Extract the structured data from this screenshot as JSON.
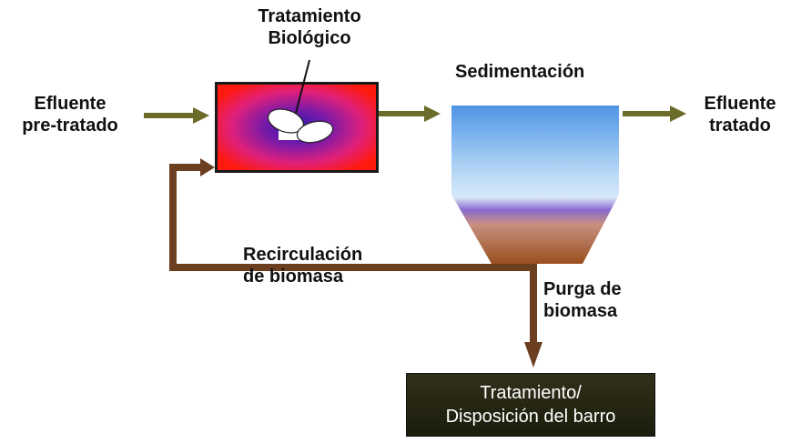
{
  "diagram": {
    "inflow_label": [
      "Efluente",
      "pre-tratado"
    ],
    "biotreatment_label": [
      "Tratamiento",
      "Biológico"
    ],
    "sedimentation_label": "Sedimentación",
    "outflow_label": [
      "Efluente",
      "tratado"
    ],
    "recirculation_label": [
      "Recirculación",
      "de biomasa"
    ],
    "purge_label": [
      "Purga de",
      "biomasa"
    ],
    "sludge_box_label": [
      "Tratamiento/",
      "Disposición del barro"
    ]
  },
  "colors": {
    "arrow": "#6b6b2a",
    "pipe": "#6b3f1f",
    "reactor_outer": "#ff1a10",
    "reactor_inner": "#5a1fa8",
    "settler_top": "#5a9ee8",
    "settler_bottom": "#a05a25"
  }
}
